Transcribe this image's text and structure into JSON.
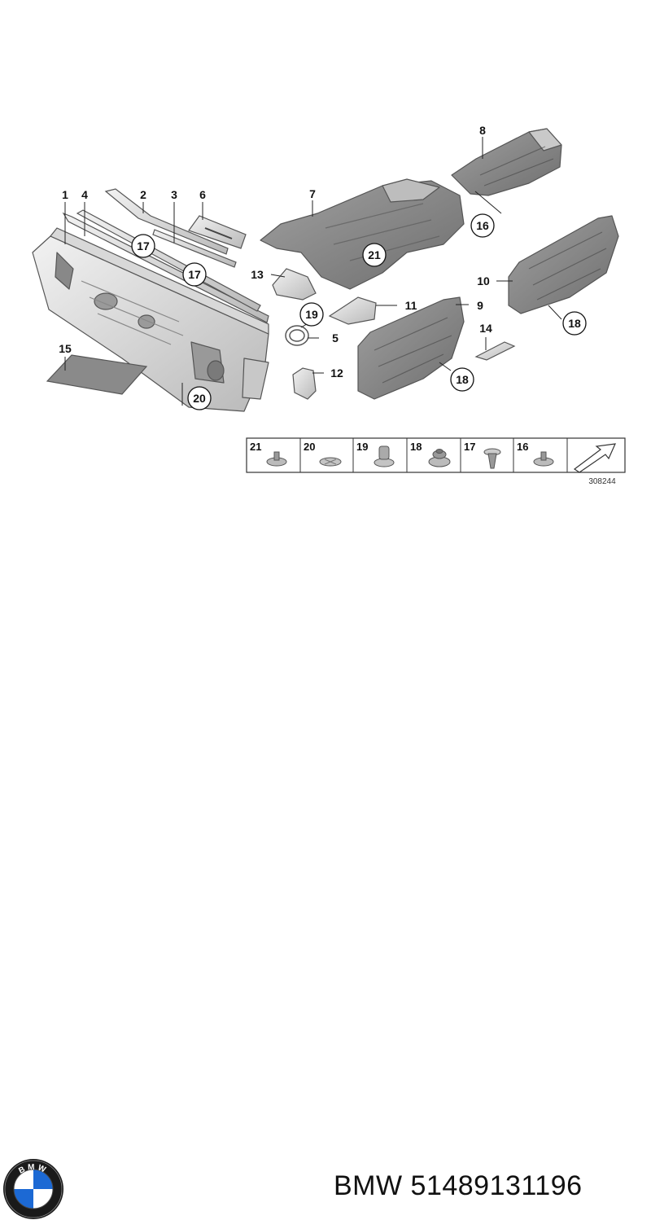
{
  "diagram": {
    "callouts": {
      "c1": "1",
      "c4": "4",
      "c2": "2",
      "c3": "3",
      "c6": "6",
      "c17a": "17",
      "c17b": "17",
      "c7": "7",
      "c8": "8",
      "c16": "16",
      "c21": "21",
      "c13": "13",
      "c10": "10",
      "c18a": "18",
      "c11": "11",
      "c9": "9",
      "c19": "19",
      "c5": "5",
      "c14": "14",
      "c18b": "18",
      "c15": "15",
      "c12": "12",
      "c20": "20"
    },
    "hardware_strip": {
      "labels": [
        "21",
        "20",
        "19",
        "18",
        "17",
        "16"
      ],
      "reference_code": "308244"
    }
  },
  "footer": {
    "logo_text": "BMW",
    "brand": "BMW",
    "part_number": "51489131196",
    "colors": {
      "logo_blue": "#1c69d4",
      "logo_ring": "#1a1a1a"
    }
  }
}
